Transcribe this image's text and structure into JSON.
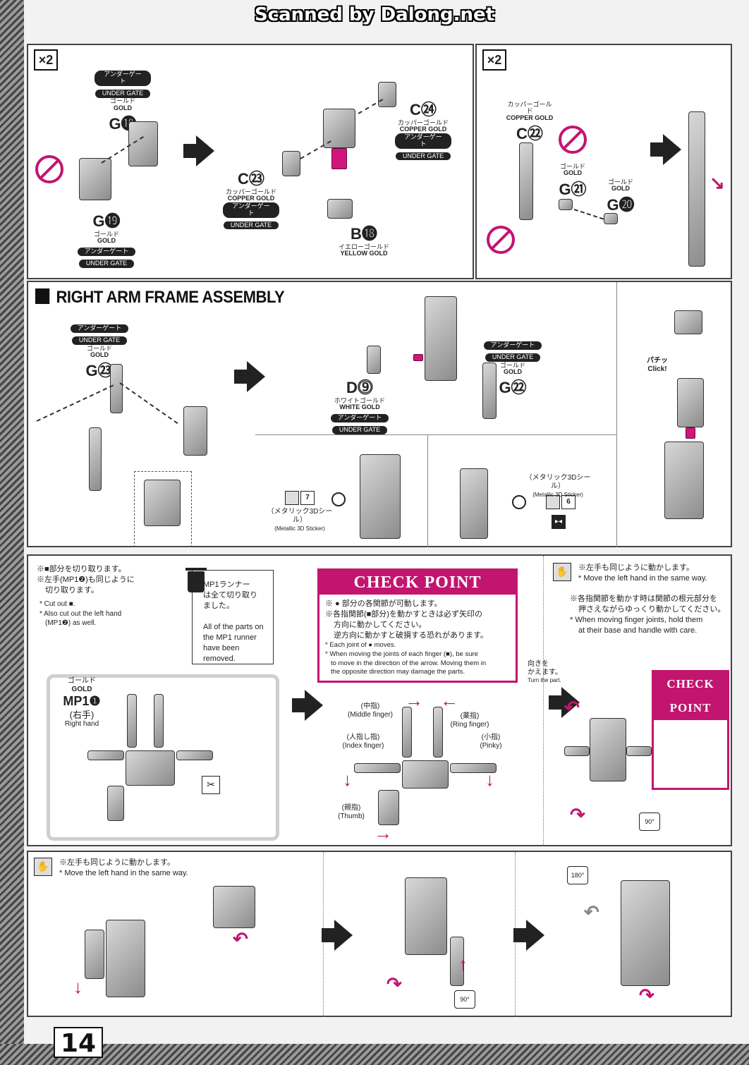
{
  "banner": "Scanned by Dalong.net",
  "page_number": "14",
  "panel_top_left": {
    "multiplier": "×2",
    "under_gate_ja": "アンダーゲート",
    "under_gate_en": "UNDER GATE",
    "gold_ja": "ゴールド",
    "gold_en": "GOLD",
    "copper_ja": "カッパーゴールド",
    "copper_en": "COPPER GOLD",
    "yellow_ja": "イエローゴールド",
    "yellow_en": "YELLOW GOLD",
    "parts": {
      "g18": "G⓲",
      "g19": "G⓳",
      "c23": "C㉓",
      "c24": "C㉔",
      "b18": "B⓲"
    }
  },
  "panel_top_right": {
    "multiplier": "×2",
    "parts": {
      "c22": "C㉒",
      "g21": "G㉑",
      "g20": "G⓴"
    }
  },
  "right_arm": {
    "title": "RIGHT ARM FRAME ASSEMBLY",
    "white_ja": "ホワイトゴールド",
    "white_en": "WHITE GOLD",
    "parts": {
      "g23": "G㉓",
      "d9": "D⓽",
      "g22": "G㉒"
    },
    "sticker_ja": "（メタリック3Dシール）",
    "sticker_en": "(Metallic 3D Sticker)",
    "sticker_ja_right": "（メタリック3Dシール）",
    "sticker_en_right": "(Metallic 3D Sticker)",
    "sticker_num_left": "7",
    "sticker_num_right": "6",
    "click_ja": "パチッ",
    "click_en": "Click!"
  },
  "hand_notes": {
    "cut_ja_1": "※■部分を切り取ります。",
    "cut_ja_2": "※左手(MP1❷)も同じように",
    "cut_ja_3": "切り取ります。",
    "cut_en_1": "* Cut out ■.",
    "cut_en_2": "* Also cut out the left hand",
    "cut_en_3": "(MP1❷) as well.",
    "runner_ja_1": "MP1ランナー",
    "runner_ja_2": "は全て切り取り",
    "runner_ja_3": "ました。",
    "runner_en_1": "All of the parts on",
    "runner_en_2": "the MP1 runner",
    "runner_en_3": "have been",
    "runner_en_4": "removed.",
    "mp1_gold_ja": "ゴールド",
    "mp1_gold_en": "GOLD",
    "mp1_code": "MP1❶",
    "mp1_ja": "(右手)",
    "mp1_en": "Right hand"
  },
  "check_point": {
    "title": "CHECK POINT",
    "line1": "※ ● 部分の各関節が可動します。",
    "line2": "※各指関節(■部分)を動かすときは必ず矢印の",
    "line3": "方向に動かしてください。",
    "line4": "逆方向に動かすと破損する恐れがあります。",
    "line5": "* Each joint of ● moves.",
    "line6": "* When moving the joints of each finger (■), be sure",
    "line7": "to move in the direction of the arrow. Moving them in",
    "line8": "the opposite direction may damage the parts."
  },
  "fingers": {
    "middle_ja": "(中指)",
    "middle_en": "(Middle finger)",
    "ring_ja": "(薬指)",
    "ring_en": "(Ring finger)",
    "index_ja": "(人指し指)",
    "index_en": "(Index finger)",
    "pinky_ja": "(小指)",
    "pinky_en": "(Pinky)",
    "thumb_ja": "(親指)",
    "thumb_en": "(Thumb)"
  },
  "right_notes": {
    "left_same_ja": "※左手も同じように動かします。",
    "left_same_en": "* Move the left hand in the same way.",
    "hold_ja_1": "※各指関節を動かす時は関節の根元部分を",
    "hold_ja_2": "押さえながらゆっくり動かしてください。",
    "hold_en_1": "* When moving finger joints, hold them",
    "hold_en_2": "at their base and handle with care.",
    "turn_ja_1": "向きを",
    "turn_ja_2": "かえます。",
    "turn_en": "Turn the part.",
    "check_small": "CHECK POINT",
    "rot90": "90°"
  },
  "bottom": {
    "left_same_ja": "※左手も同じように動かします。",
    "left_same_en": "* Move the left hand in the same way.",
    "rot90": "90°",
    "rot180": "180°"
  }
}
